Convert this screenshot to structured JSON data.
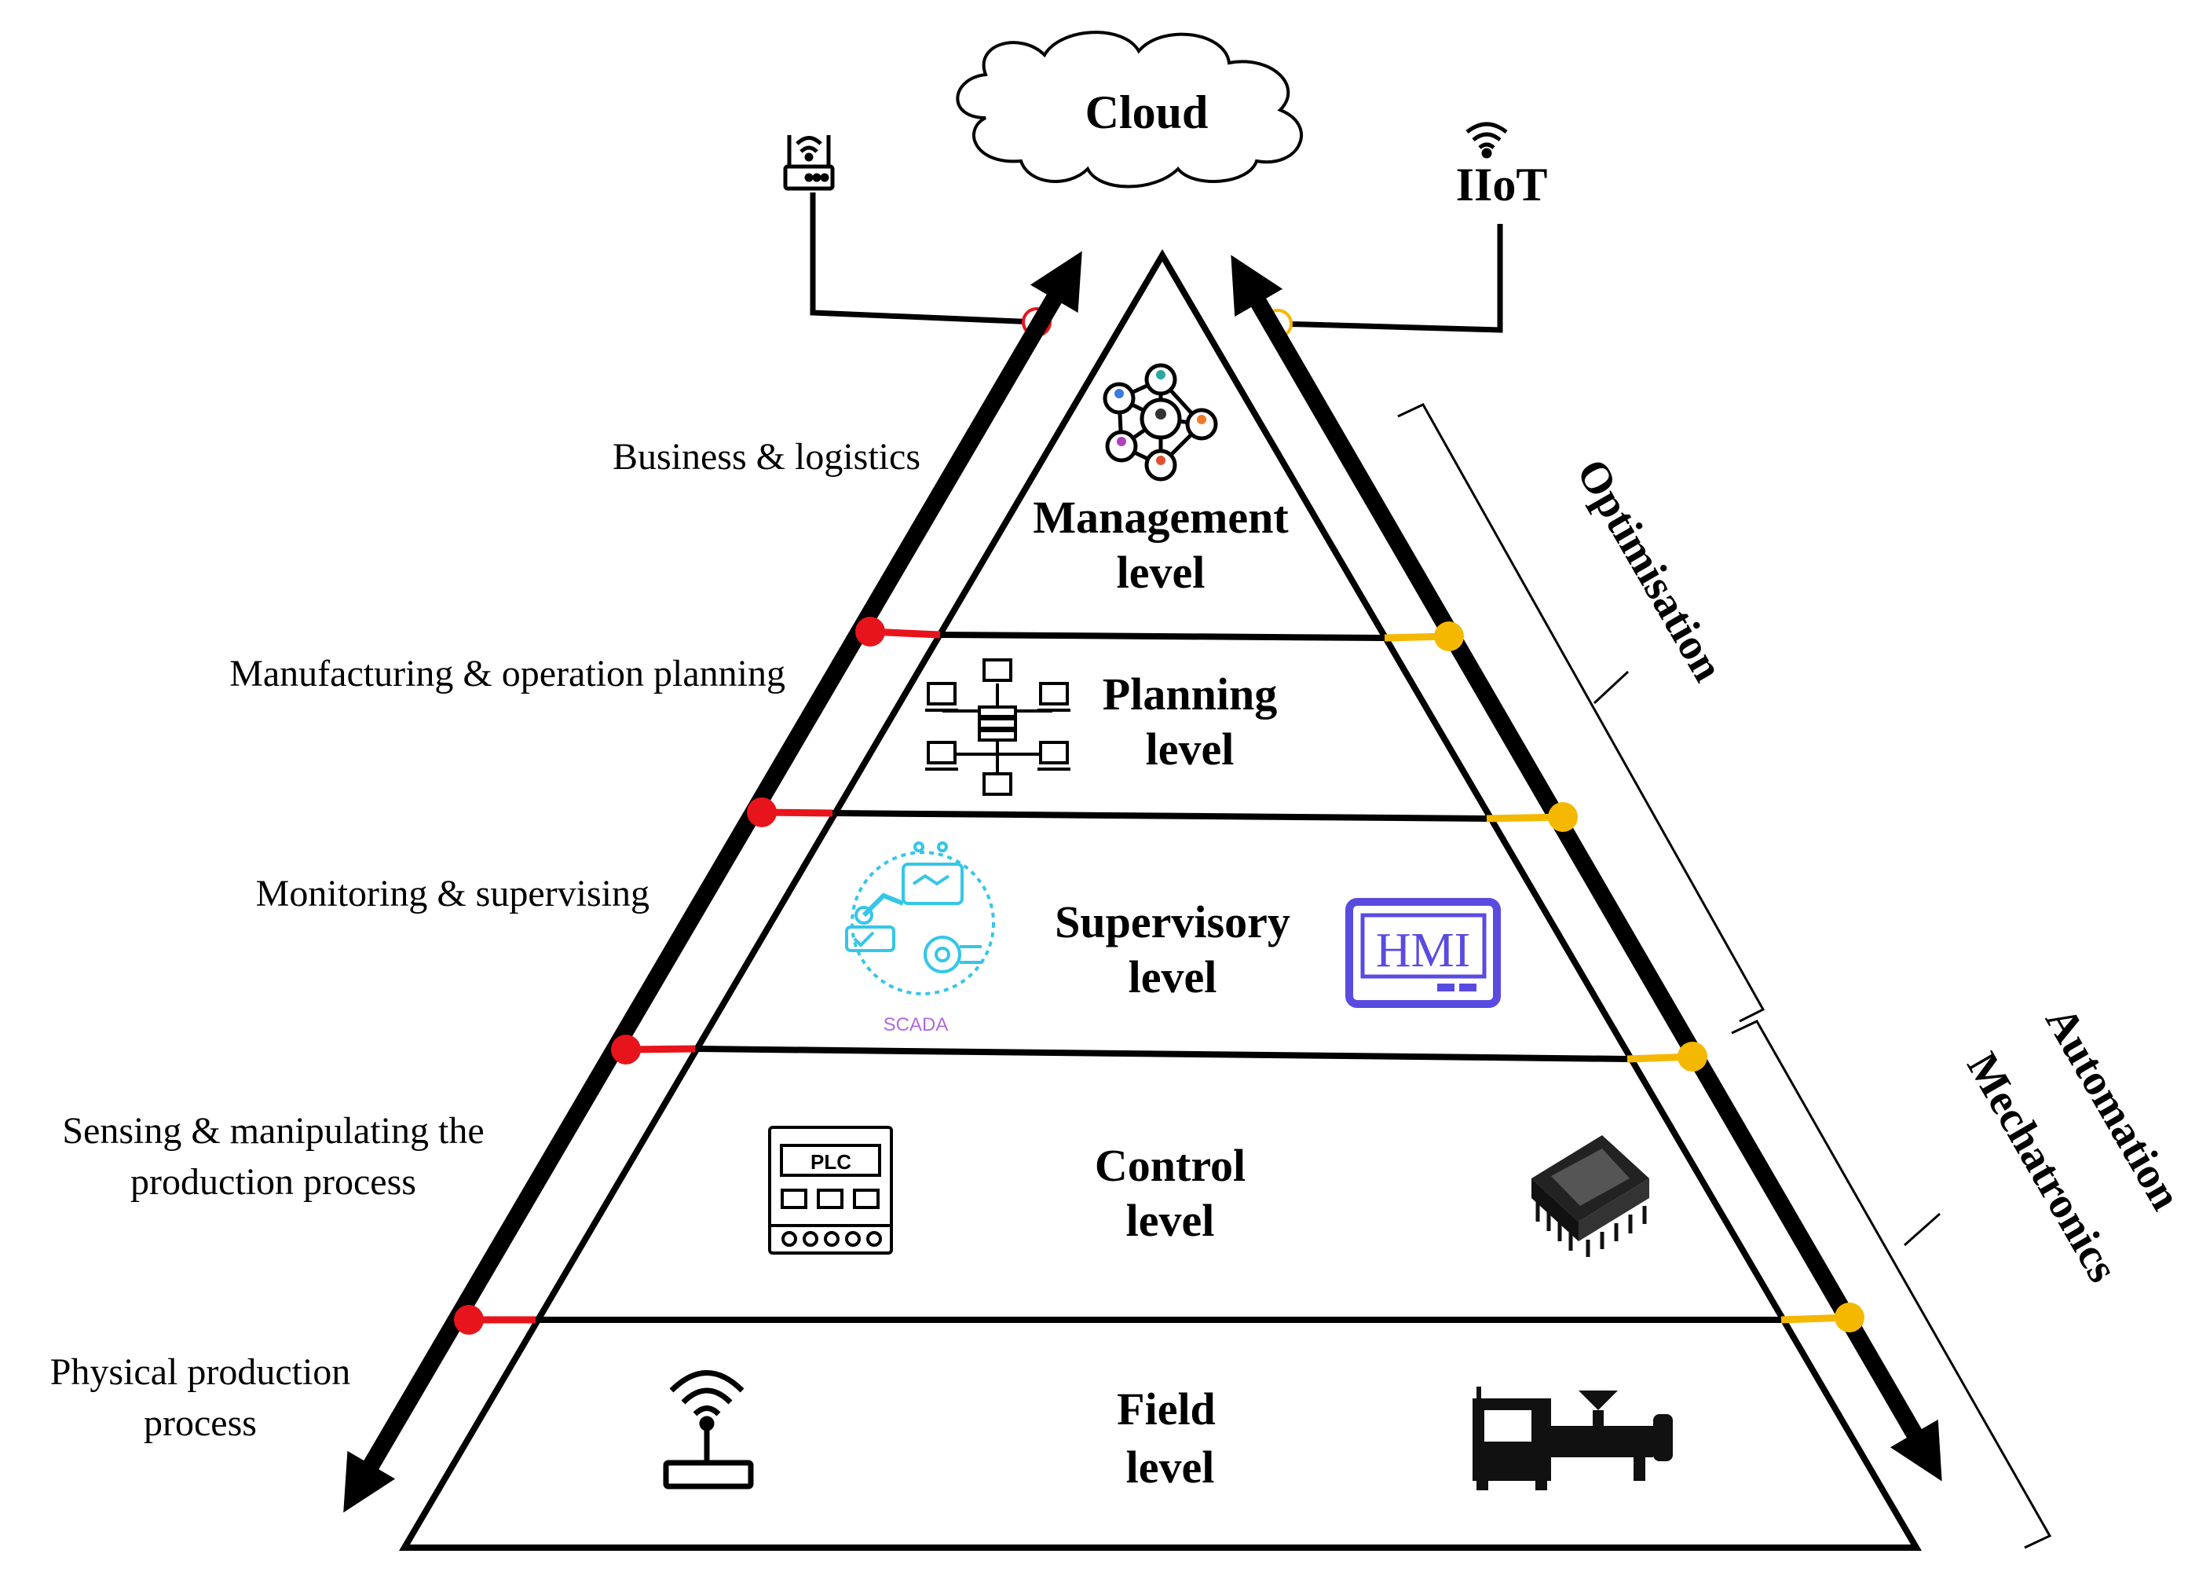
{
  "top": {
    "cloud_label": "Cloud",
    "iiot_label": "IIoT"
  },
  "levels": [
    {
      "line1": "Management",
      "line2": "level"
    },
    {
      "line1": "Planning",
      "line2": "level"
    },
    {
      "line1": "Supervisory",
      "line2": "level"
    },
    {
      "line1": "Control",
      "line2": "level"
    },
    {
      "line1": "Field",
      "line2": "level"
    }
  ],
  "left_labels": [
    {
      "line1": "Business & logistics"
    },
    {
      "line1": "Manufacturing & operation planning"
    },
    {
      "line1": "Monitoring & supervising"
    },
    {
      "line1": "Sensing & manipulating the",
      "line2": "production process"
    },
    {
      "line1": "Physical production",
      "line2": "process"
    }
  ],
  "right_labels": {
    "optimisation": "Optimisation",
    "automation": "Automation",
    "mechatronics": "Mechatronics"
  },
  "icons": {
    "scada_caption": "SCADA",
    "hmi_caption": "HMI",
    "plc_caption": "PLC"
  },
  "colors": {
    "left_connector": "#e8141b",
    "right_connector": "#f5b800",
    "outline": "#000000",
    "hmi": "#5a4be0",
    "scada": "#35c6e8"
  }
}
